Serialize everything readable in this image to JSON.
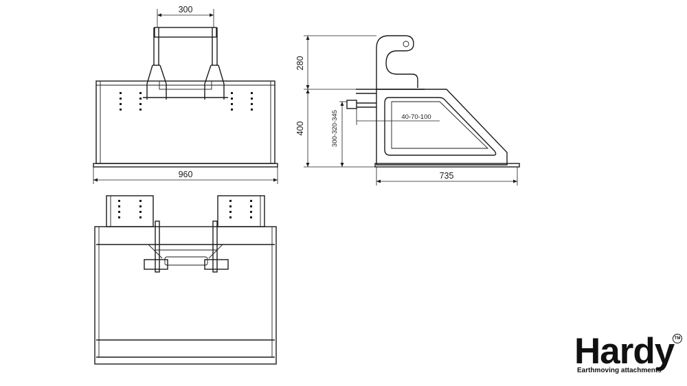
{
  "dimensions": {
    "top_width": "300",
    "front_width": "960",
    "side_height_upper": "280",
    "side_height_lower": "400",
    "side_adjust_height": "300-320-345",
    "side_adjust_offset": "40-70-100",
    "side_depth": "735"
  },
  "brand": {
    "name": "Hardy",
    "tagline": "Earthmoving attachments",
    "trademark": "TM"
  }
}
